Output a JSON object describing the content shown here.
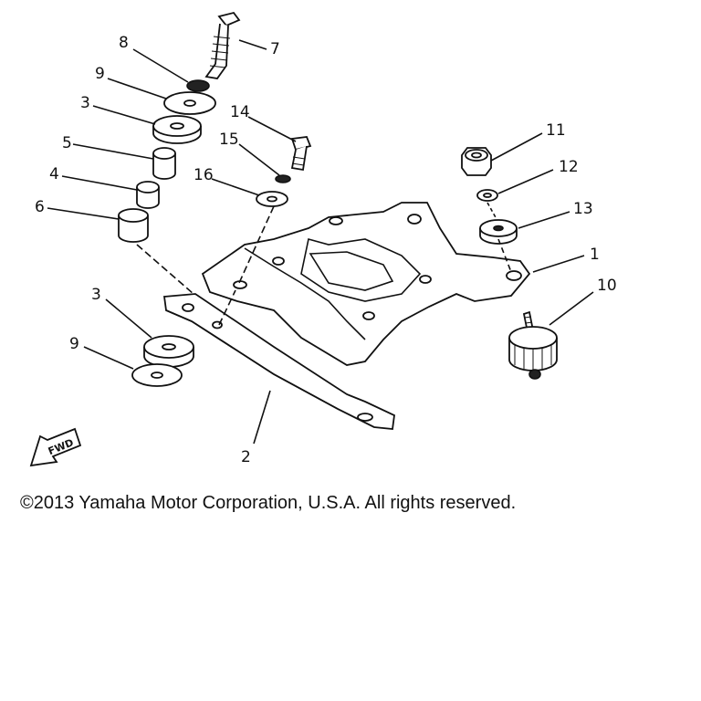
{
  "diagram": {
    "callouts": {
      "c1": "1",
      "c2": "2",
      "c3a": "3",
      "c3b": "3",
      "c4": "4",
      "c5": "5",
      "c6": "6",
      "c7": "7",
      "c8": "8",
      "c9a": "9",
      "c9b": "9",
      "c10": "10",
      "c11": "11",
      "c12": "12",
      "c13": "13",
      "c14": "14",
      "c15": "15",
      "c16": "16"
    },
    "fwd_label": "FWD"
  },
  "copyright": "©2013 Yamaha Motor Corporation, U.S.A. All rights reserved."
}
